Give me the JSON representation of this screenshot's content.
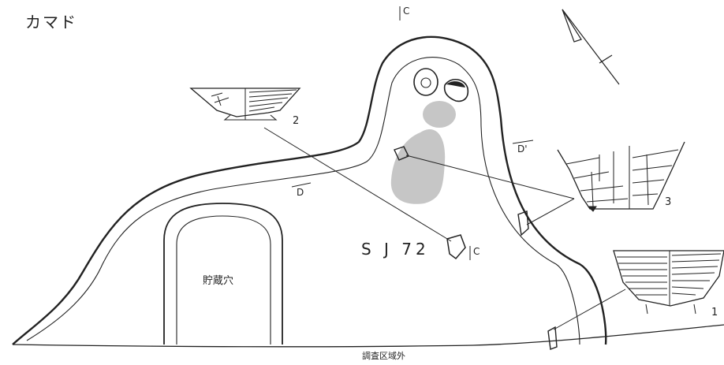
{
  "title": "カマド",
  "feature_label": "S J 72",
  "storage_pit_label": "貯蔵穴",
  "outside_label": "調査区域外",
  "artifact_numbers": [
    "1",
    "2",
    "3"
  ],
  "section_marks": {
    "D_left": "D",
    "D_right": "D'",
    "C_top": "C",
    "C_bottom": "C"
  },
  "colors": {
    "line": "#222222",
    "fill_gray": "#c6c6c6"
  }
}
